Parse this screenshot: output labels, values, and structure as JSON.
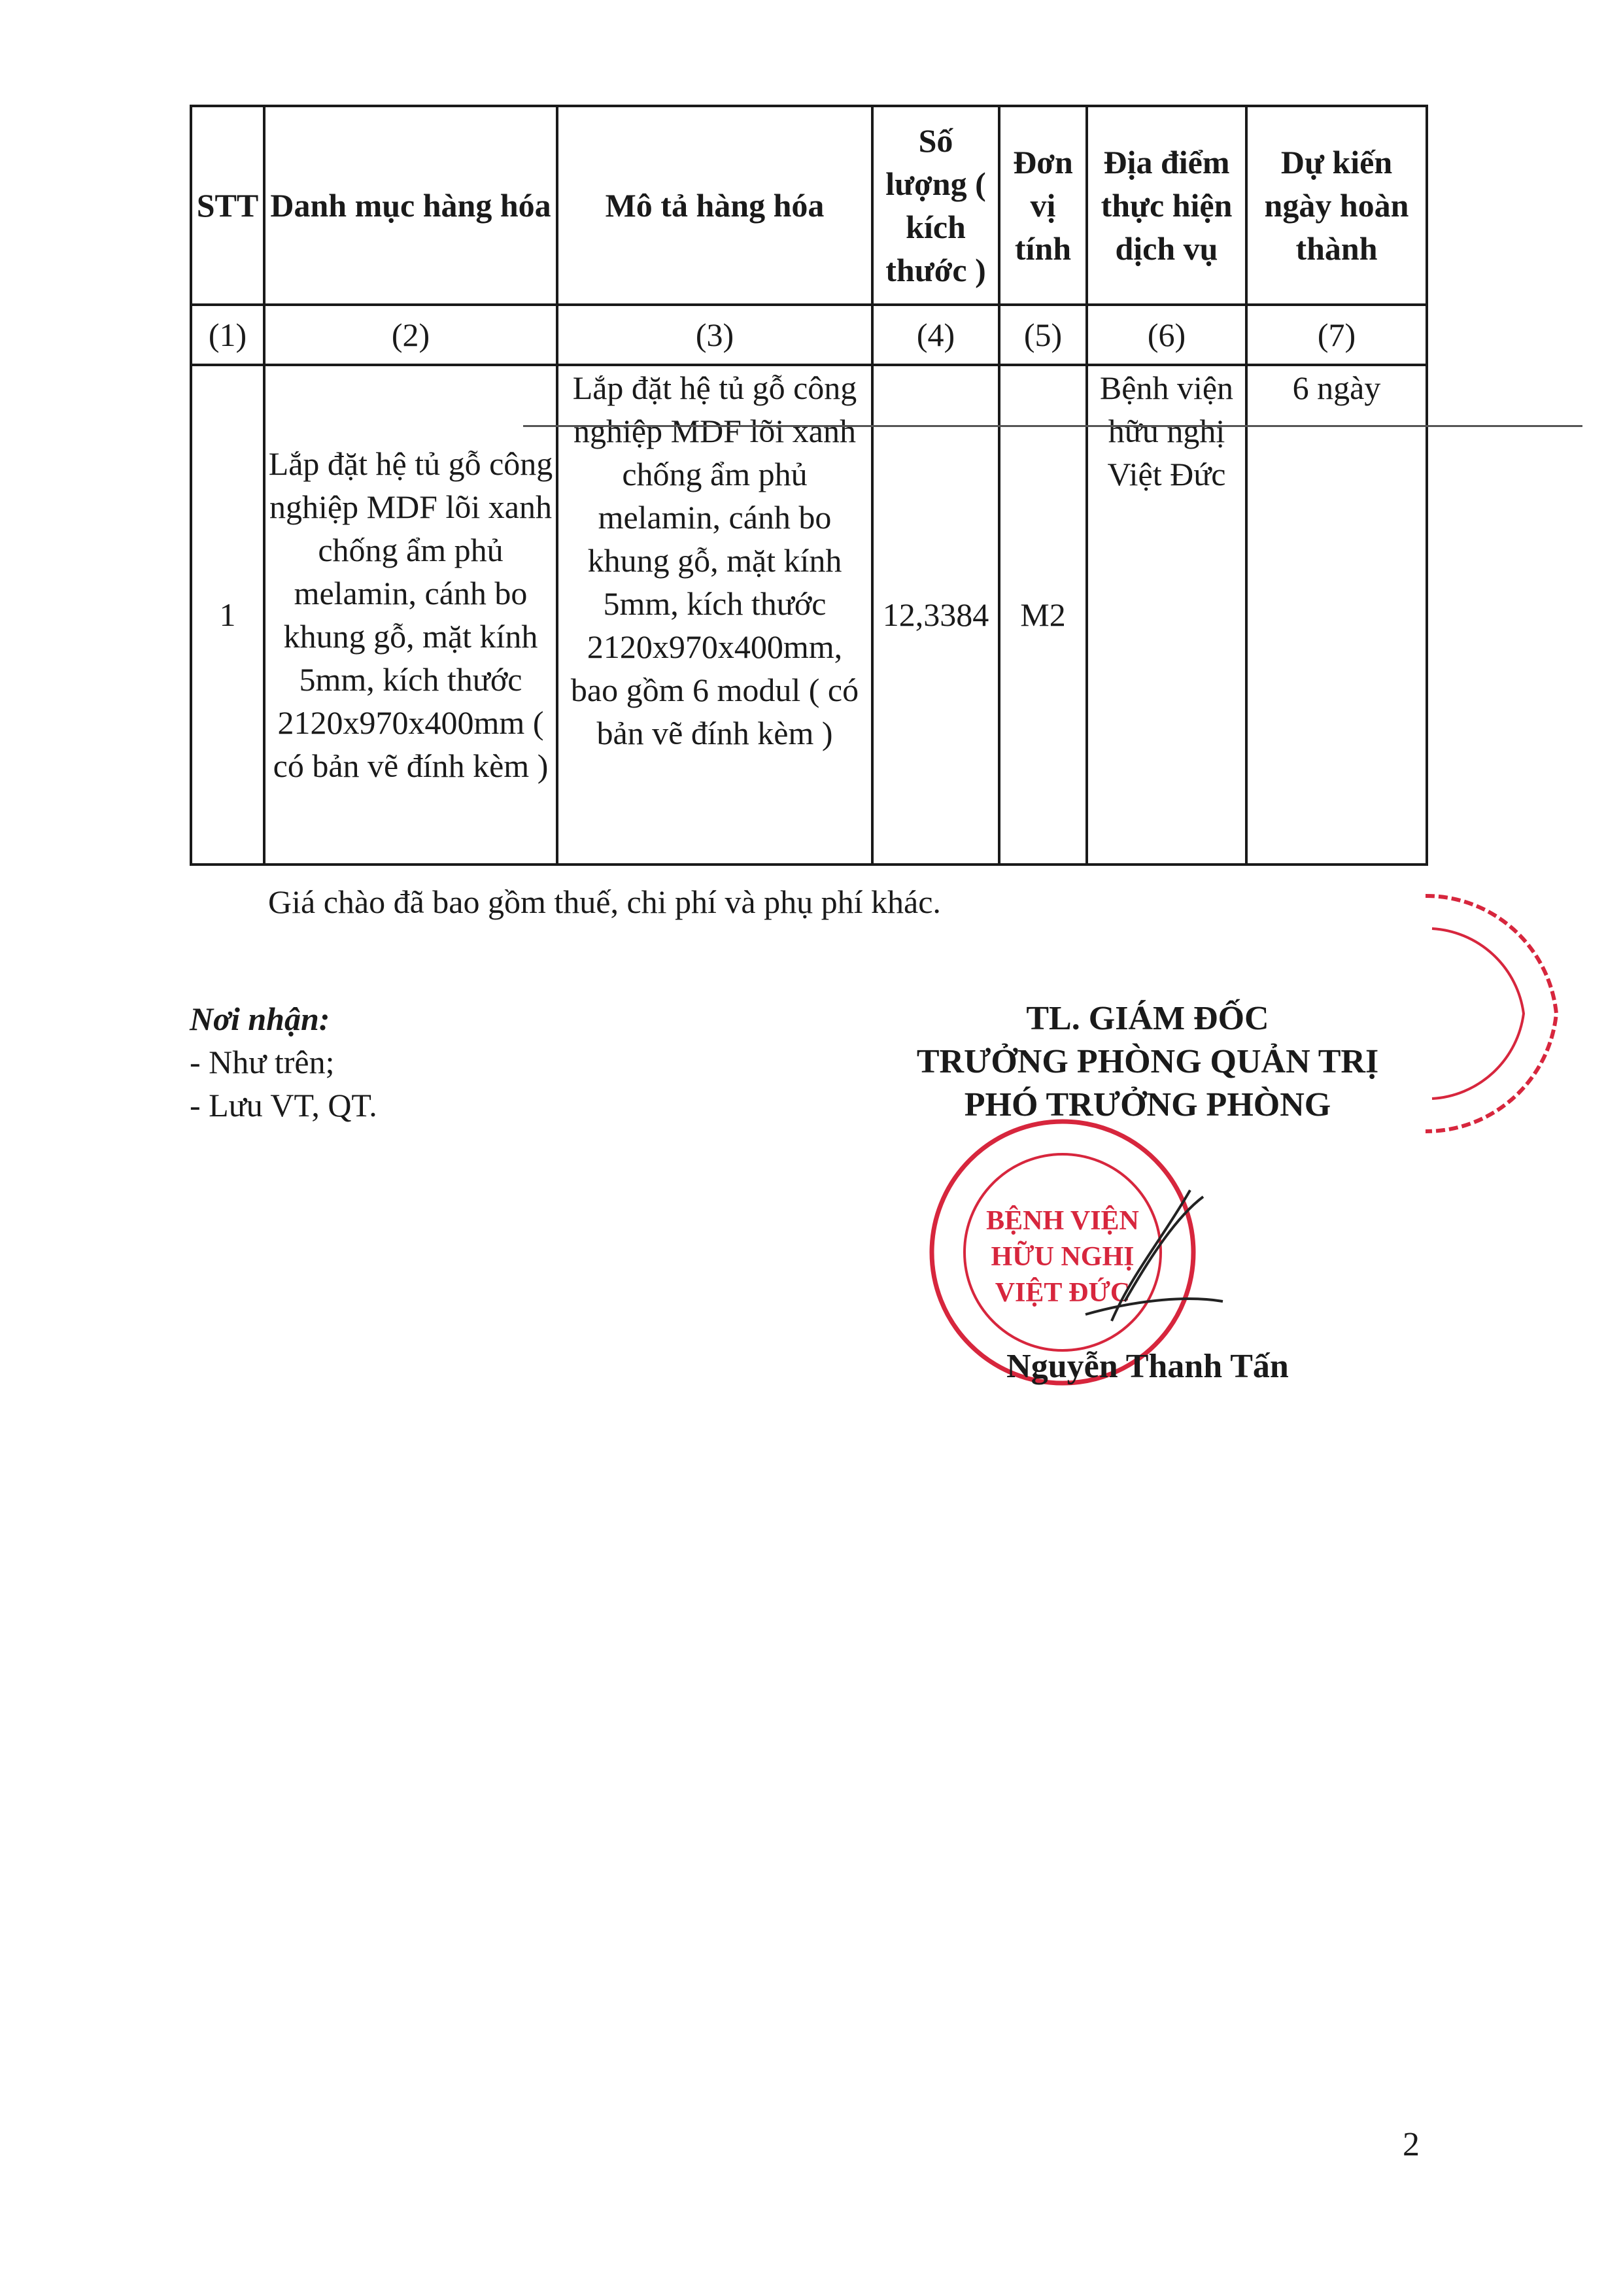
{
  "table": {
    "headers": [
      "STT",
      "Danh mục hàng hóa",
      "Mô tả hàng hóa",
      "Số lượng ( kích thước )",
      "Đơn vị tính",
      "Địa điểm thực hiện dịch vụ",
      "Dự kiến ngày hoàn thành"
    ],
    "numbers": [
      "(1)",
      "(2)",
      "(3)",
      "(4)",
      "(5)",
      "(6)",
      "(7)"
    ],
    "row": {
      "stt": "1",
      "category": "Lắp đặt hệ tủ gỗ công nghiệp MDF lõi xanh chống ẩm phủ melamin, cánh bo khung gỗ, mặt kính 5mm, kích thước 2120x970x400mm ( có bản vẽ đính kèm )",
      "description": "Lắp đặt hệ tủ gỗ công nghiệp MDF lõi xanh chống ẩm phủ melamin, cánh bo khung gỗ, mặt kính 5mm, kích thước 2120x970x400mm, bao gồm 6 modul ( có bản vẽ đính kèm )",
      "quantity": "12,3384",
      "unit": "M2",
      "location": "Bệnh viện hữu nghị Việt Đức",
      "days": "6 ngày"
    }
  },
  "note": "Giá chào đã bao gồm thuế, chi phí và phụ phí khác.",
  "recipients": {
    "header": "Nơi nhận:",
    "items": [
      "- Như trên;",
      "- Lưu VT, QT."
    ]
  },
  "sign": {
    "line1": "TL. GIÁM ĐỐC",
    "line2": "TRƯỞNG PHÒNG QUẢN TRỊ",
    "line3": "PHÓ TRƯỞNG PHÒNG",
    "name": "Nguyễn Thanh Tấn"
  },
  "stamp": {
    "lines": [
      "BỆNH VIỆN",
      "HỮU NGHỊ",
      "VIỆT ĐỨC"
    ],
    "color": "#d7263d"
  },
  "page_number": "2"
}
